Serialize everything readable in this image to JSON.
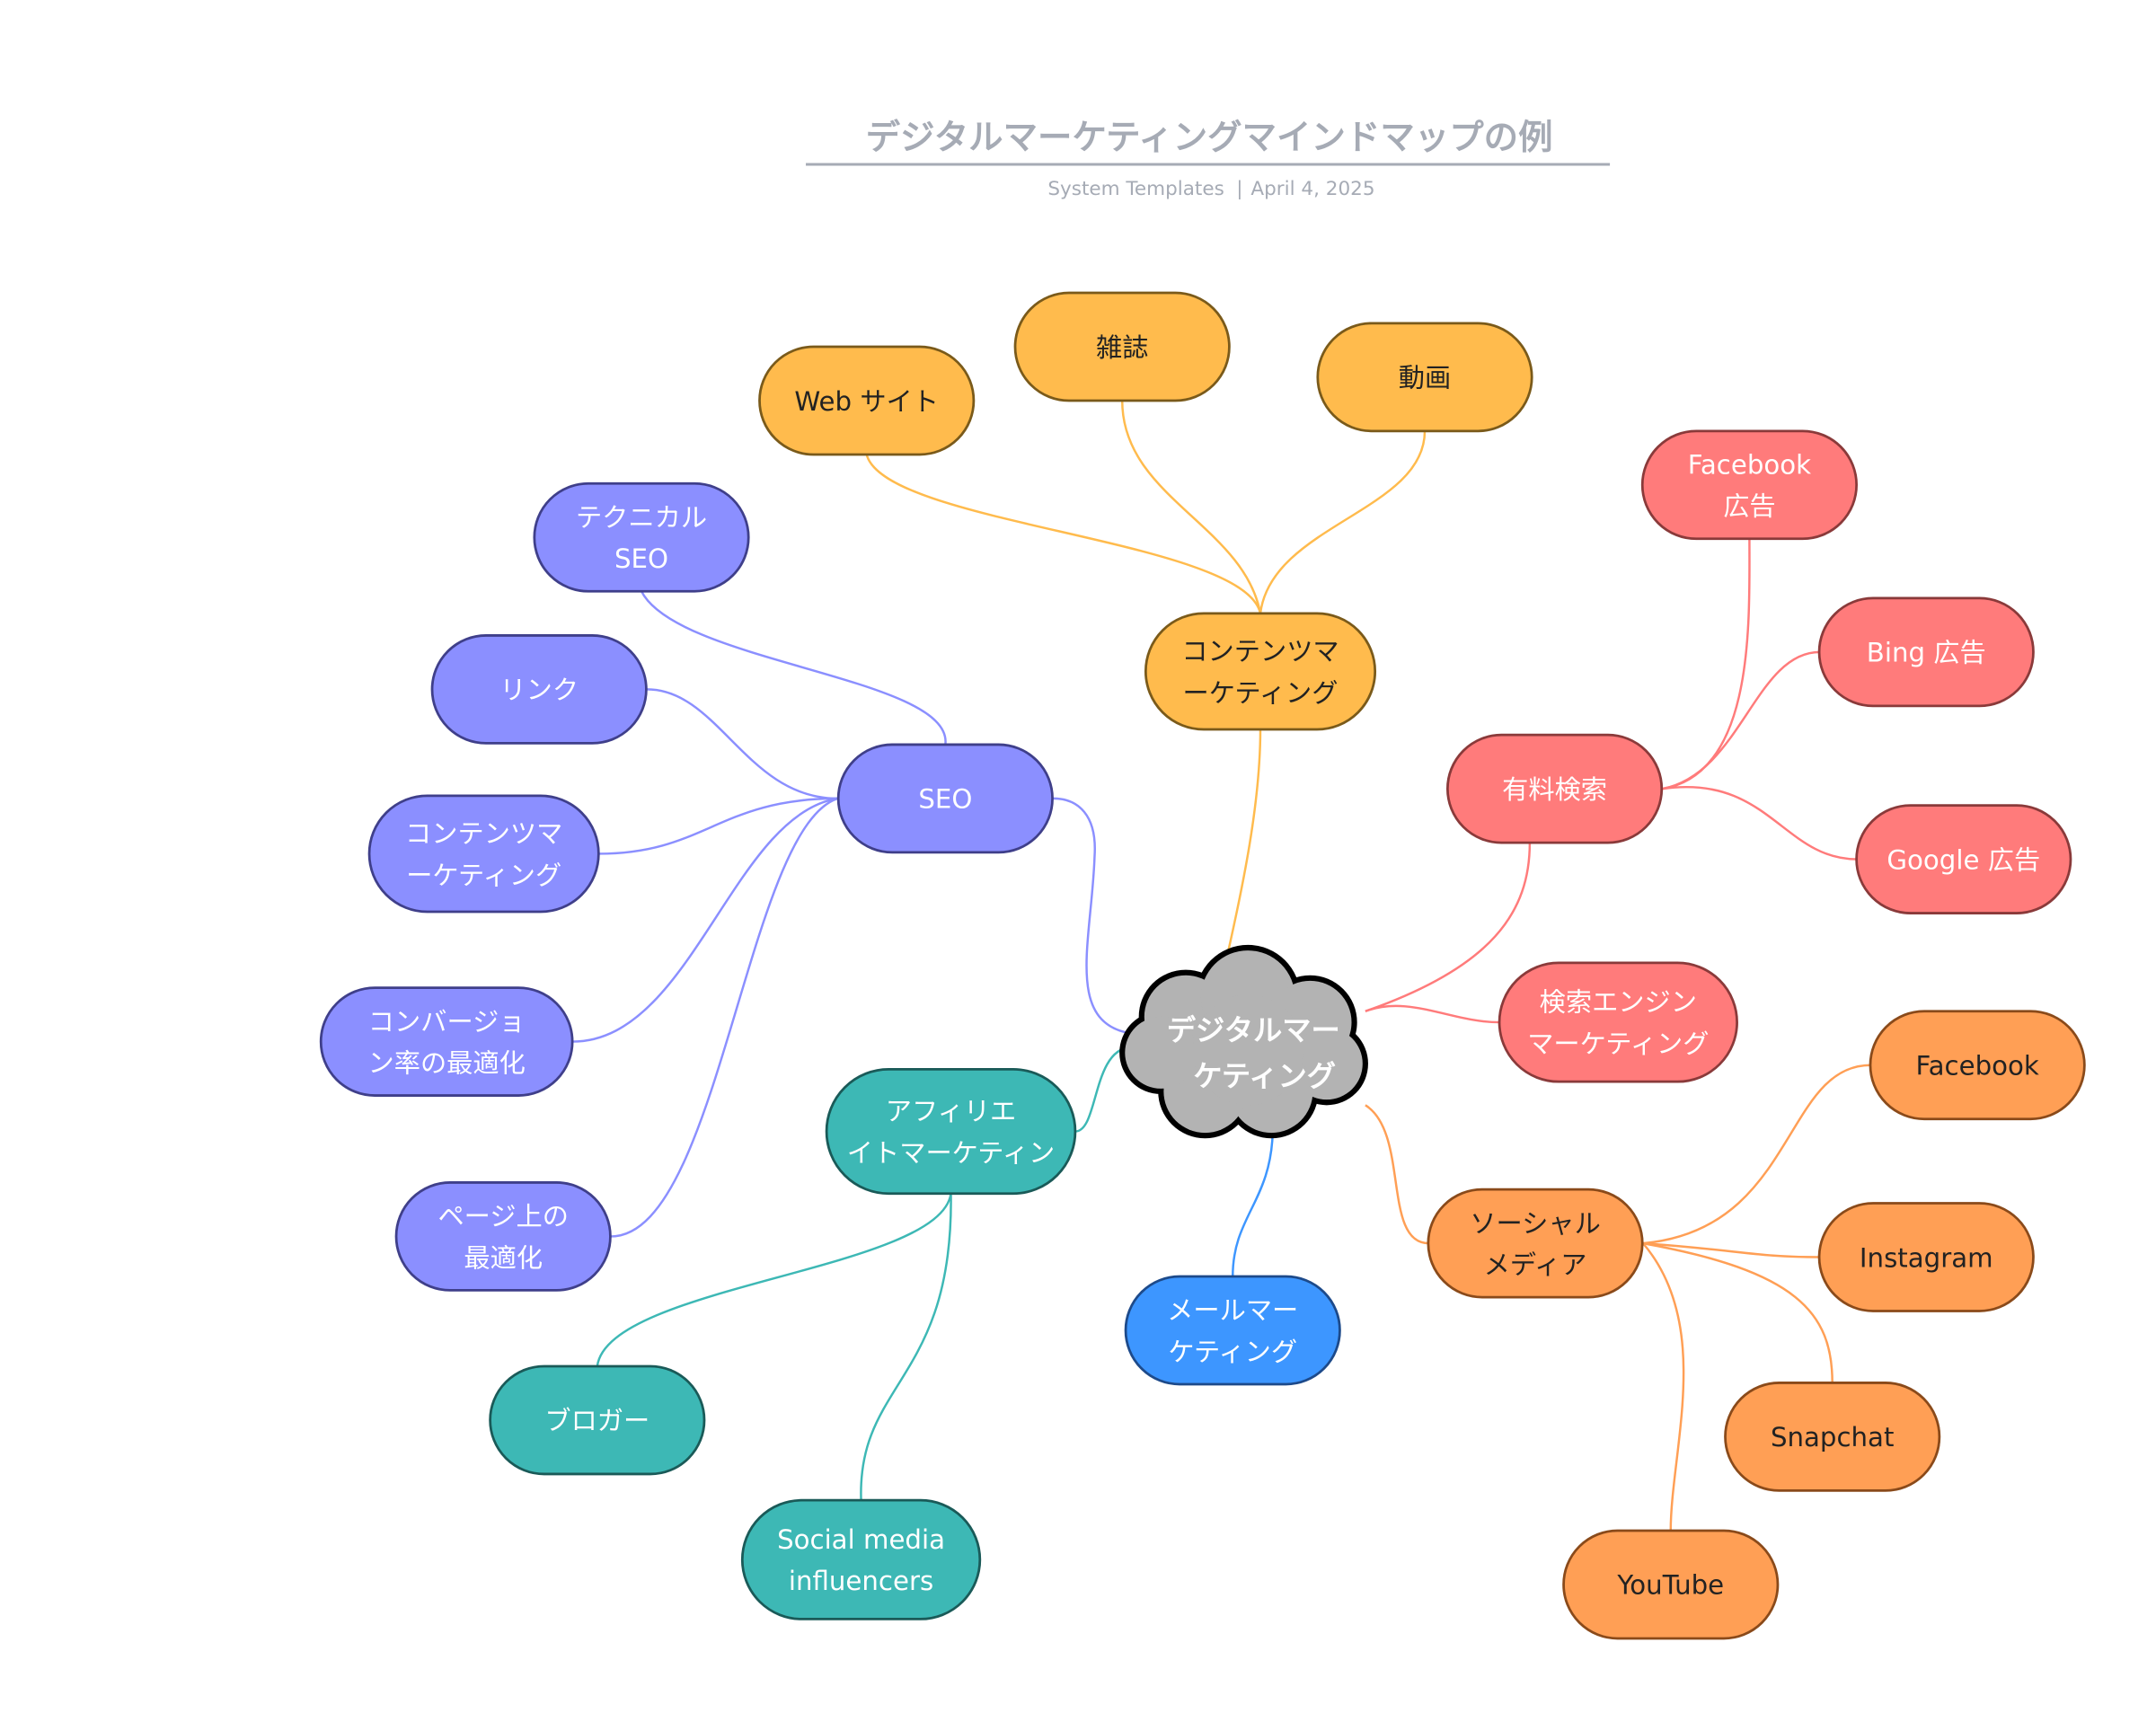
{
  "header": {
    "title": "デジタルマーケティングマインドマップの例",
    "source": "System Templates",
    "separator": "|",
    "date": "April 4, 2025"
  },
  "colors": {
    "content": "#FFBB4D",
    "seo": "#8B8FFF",
    "paid": "#FF7B7B",
    "social": "#FF9F55",
    "email": "#3D96FF",
    "affiliate": "#3DB8B5",
    "center": "#B3B3B3"
  },
  "center": {
    "lines": [
      "デジタルマー",
      "ケティング"
    ]
  },
  "nodes": {
    "content": {
      "lines": [
        "コンテンツマ",
        "ーケティング"
      ]
    },
    "website": {
      "lines": [
        "Web サイト"
      ]
    },
    "magazine": {
      "lines": [
        "雑誌"
      ]
    },
    "video": {
      "lines": [
        "動画"
      ]
    },
    "seo": {
      "lines": [
        "SEO"
      ]
    },
    "technical_seo": {
      "lines": [
        "テクニカル",
        "SEO"
      ]
    },
    "link": {
      "lines": [
        "リンク"
      ]
    },
    "seo_content": {
      "lines": [
        "コンテンツマ",
        "ーケティング"
      ]
    },
    "conversion": {
      "lines": [
        "コンバージョ",
        "ン率の最適化"
      ]
    },
    "onpage": {
      "lines": [
        "ページ上の",
        "最適化"
      ]
    },
    "paid_search": {
      "lines": [
        "有料検索"
      ]
    },
    "facebook_ads": {
      "lines": [
        "Facebook",
        "広告"
      ]
    },
    "bing_ads": {
      "lines": [
        "Bing 広告"
      ]
    },
    "google_ads": {
      "lines": [
        "Google 広告"
      ]
    },
    "sem": {
      "lines": [
        "検索エンジン",
        "マーケティング"
      ]
    },
    "social_media": {
      "lines": [
        "ソーシャル",
        "メディア"
      ]
    },
    "facebook": {
      "lines": [
        "Facebook"
      ]
    },
    "instagram": {
      "lines": [
        "Instagram"
      ]
    },
    "snapchat": {
      "lines": [
        "Snapchat"
      ]
    },
    "youtube": {
      "lines": [
        "YouTube"
      ]
    },
    "email": {
      "lines": [
        "メールマー",
        "ケティング"
      ]
    },
    "affiliate": {
      "lines": [
        "アフィリエ",
        "イトマーケティン"
      ]
    },
    "blogger": {
      "lines": [
        "ブロガー"
      ]
    },
    "influencers": {
      "lines": [
        "Social media",
        "influencers"
      ]
    }
  }
}
